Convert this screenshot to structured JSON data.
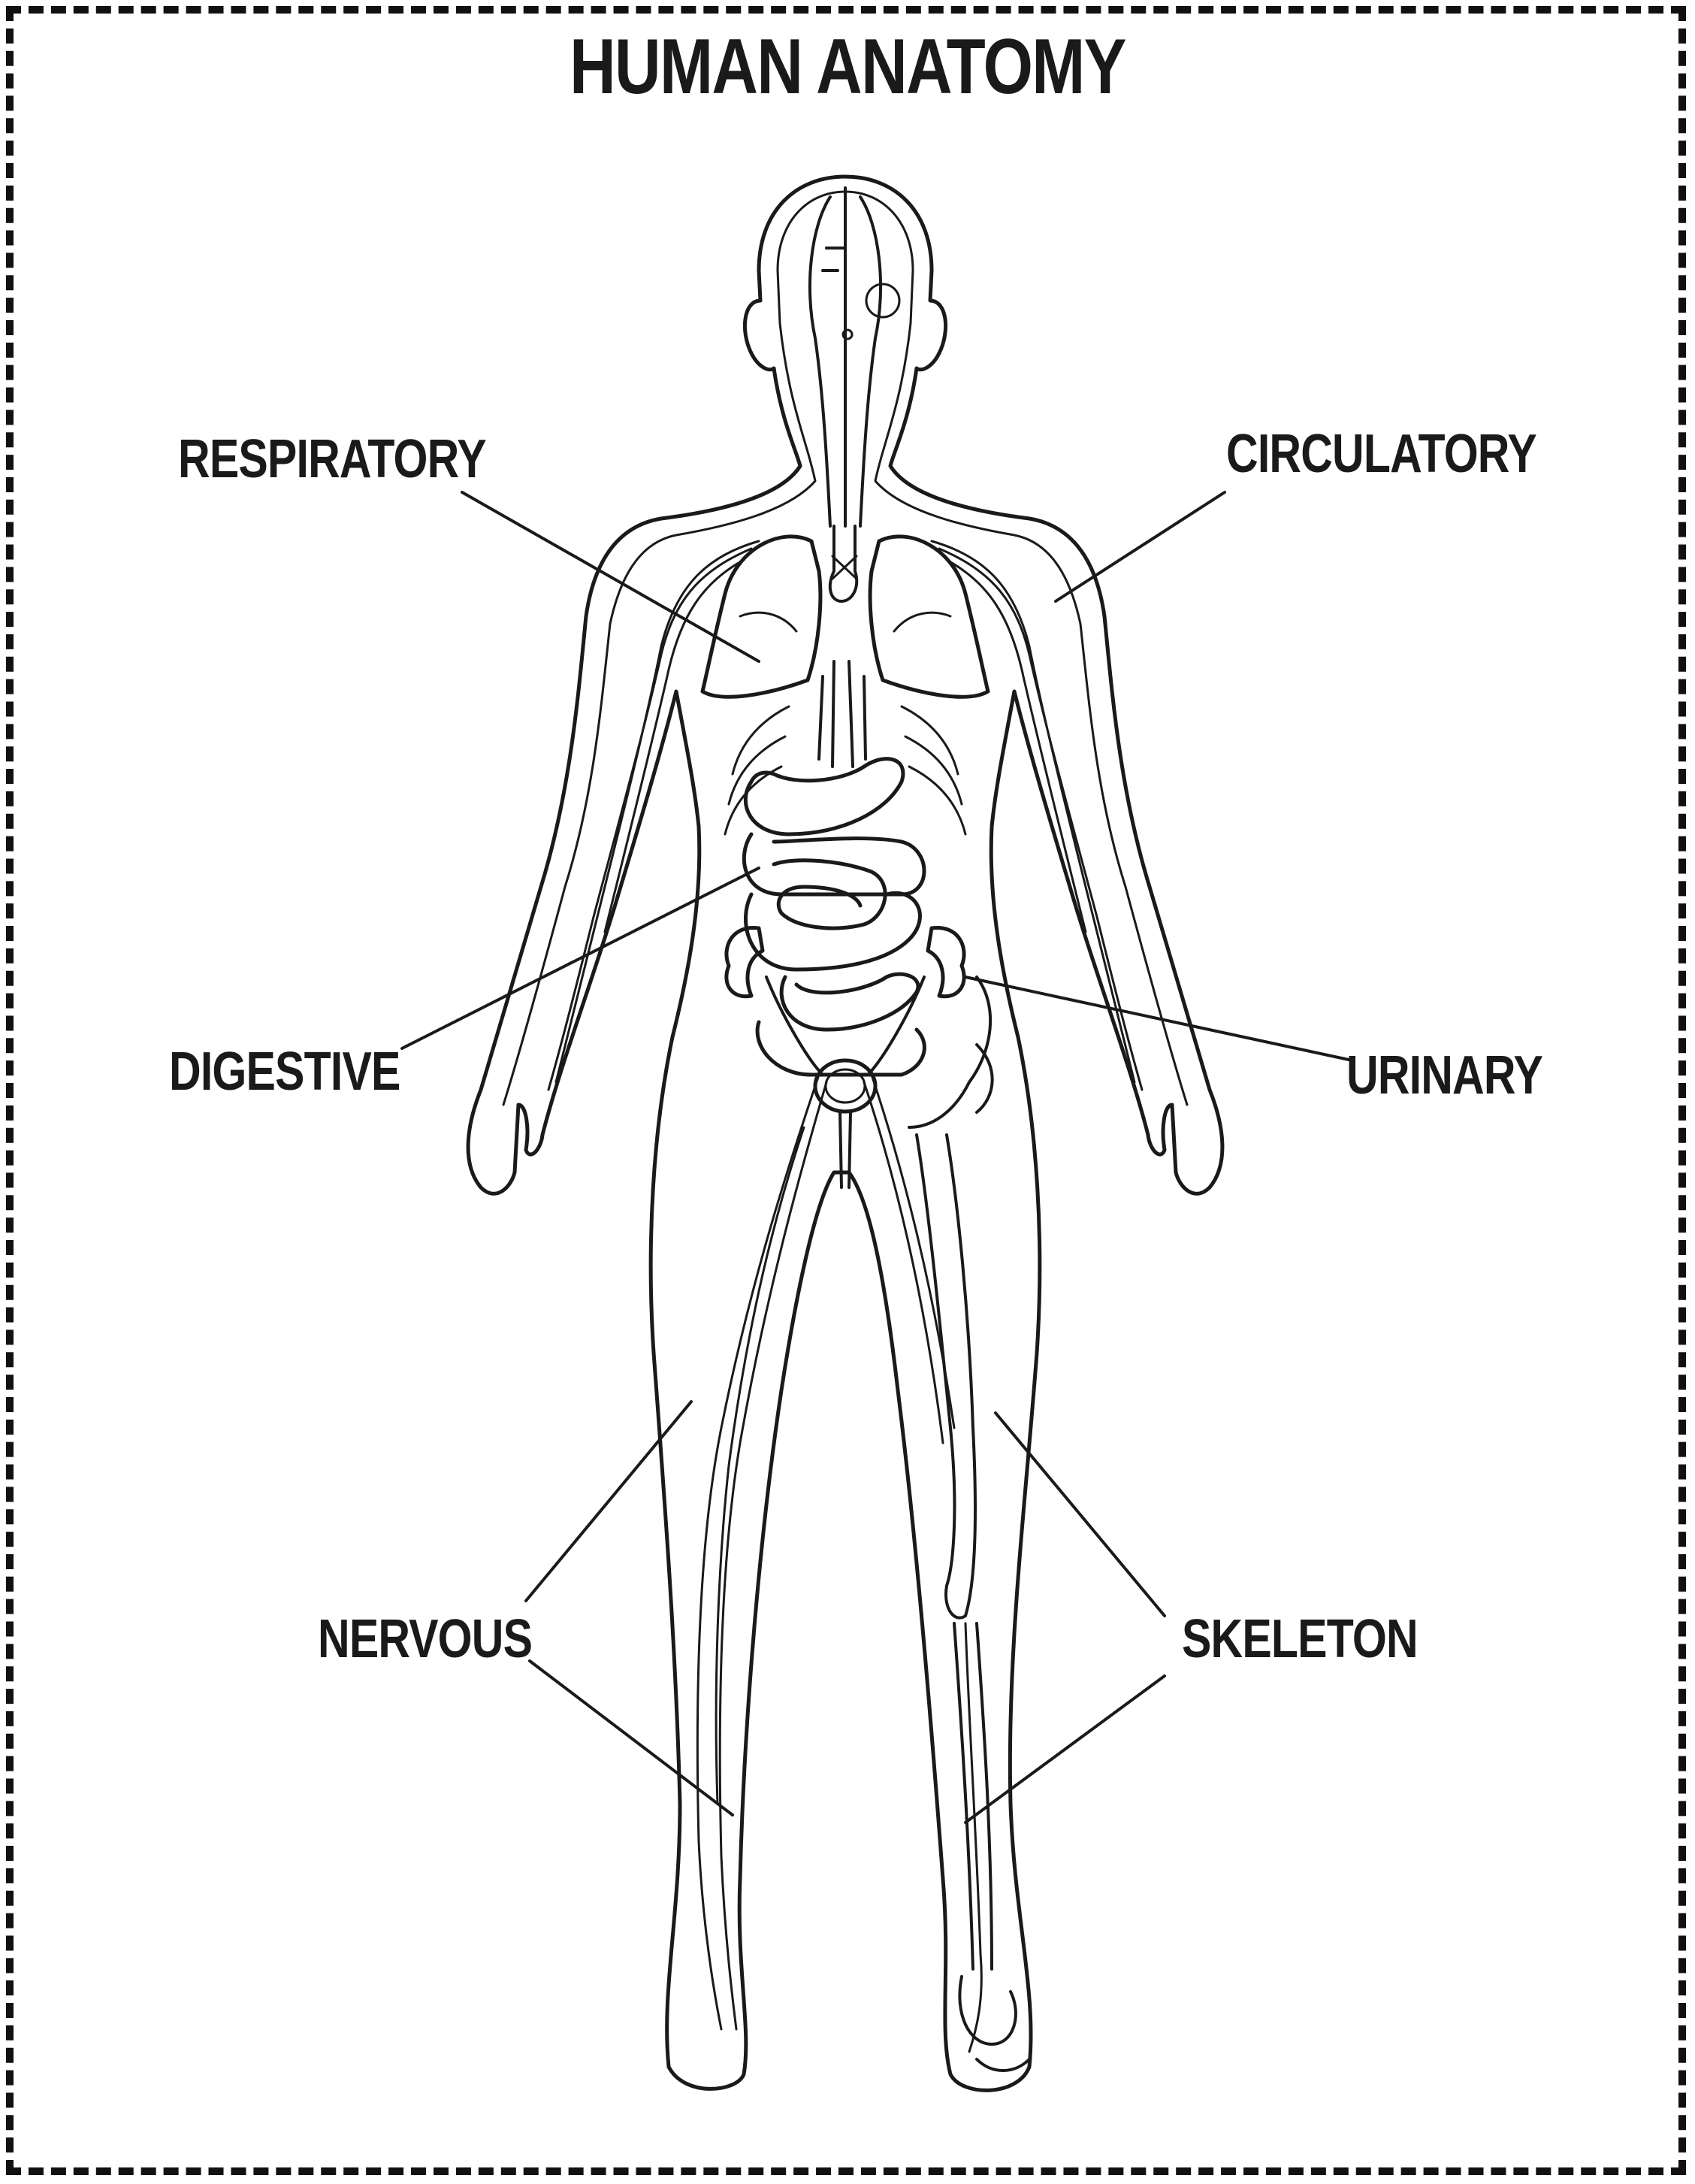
{
  "diagram": {
    "title": "HUMAN ANATOMY",
    "labels": {
      "respiratory": "RESPIRATORY",
      "circulatory": "CIRCULATORY",
      "digestive": "DIGESTIVE",
      "urinary": "URINARY",
      "nervous": "NERVOUS",
      "skeleton": "SKELETON"
    },
    "colors": {
      "ink": "#1a1a1a",
      "background": "#ffffff"
    }
  }
}
